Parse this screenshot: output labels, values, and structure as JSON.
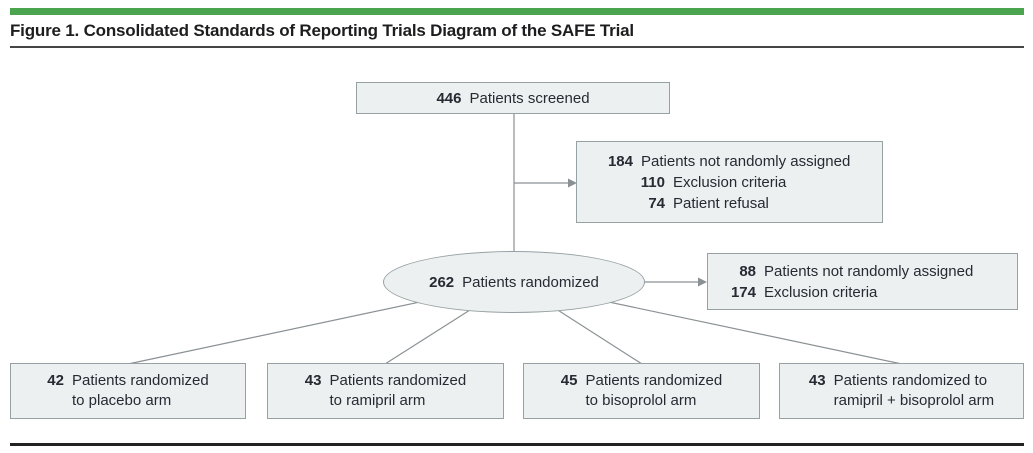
{
  "figure": {
    "title": "Figure 1. Consolidated Standards of Reporting Trials Diagram of the SAFE Trial"
  },
  "colors": {
    "accent_green": "#4aa54e",
    "box_fill": "#edf0f1",
    "box_border": "#97a1a4",
    "connector": "#8a9194",
    "text": "#262b33"
  },
  "diagram": {
    "screened": {
      "num": "446",
      "label": "Patients screened"
    },
    "not_assigned_1": {
      "lines": [
        {
          "num": "184",
          "text": "Patients not randomly assigned"
        },
        {
          "num": "110",
          "text": "Exclusion criteria"
        },
        {
          "num": "74",
          "text": "Patient refusal"
        }
      ]
    },
    "randomized": {
      "num": "262",
      "label": "Patients randomized"
    },
    "not_assigned_2": {
      "lines": [
        {
          "num": "88",
          "text": "Patients not randomly assigned"
        },
        {
          "num": "174",
          "text": "Exclusion criteria"
        }
      ]
    },
    "arms": [
      {
        "num": "42",
        "line1": "Patients randomized",
        "line2": "to placebo arm"
      },
      {
        "num": "43",
        "line1": "Patients randomized",
        "line2": "to ramipril arm"
      },
      {
        "num": "45",
        "line1": "Patients randomized",
        "line2": "to bisoprolol arm"
      },
      {
        "num": "43",
        "line1": "Patients randomized to",
        "line2": "ramipril + bisoprolol arm"
      }
    ]
  }
}
